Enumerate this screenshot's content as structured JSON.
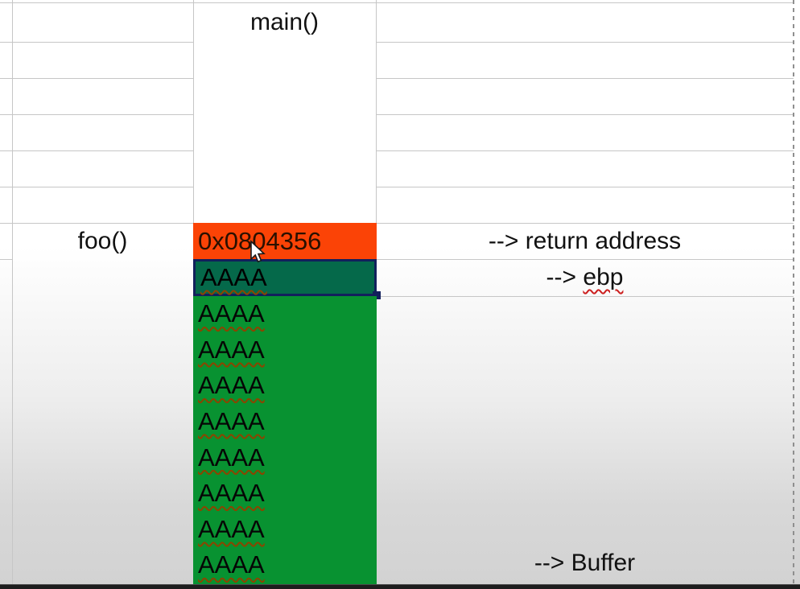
{
  "diagram": {
    "frames": {
      "caller": "main()",
      "callee": "foo()"
    },
    "cells": {
      "return_address": "0x0804356",
      "ebp": "AAAA",
      "buffer_rows": [
        "AAAA",
        "AAAA",
        "AAAA",
        "AAAA",
        "AAAA",
        "AAAA",
        "AAAA",
        "AAAA"
      ]
    },
    "annotations": {
      "return_address": "--> return address",
      "ebp_prefix": "--> ",
      "ebp_word": "ebp",
      "buffer": "--> Buffer"
    },
    "colors": {
      "return_address_bg": "#fb4306",
      "buffer_bg": "#089231",
      "selected_cell_bg": "#05694a",
      "selection_border": "#12205c",
      "spellcheck_underline_buffer": "#8a4500",
      "spellcheck_underline_annotation": "#cc1f1f",
      "gridline": "#c6c6c6"
    }
  }
}
